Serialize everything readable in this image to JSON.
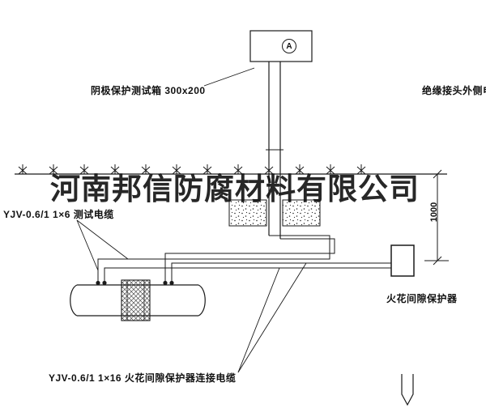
{
  "watermark": "河南邦信防腐材料有限公司",
  "annotations": {
    "test_box_label": "阴极保护测试箱 300x200",
    "outer_cable_label": "绝缘接头外侧电缆",
    "test_cable_label": "YJV-0.6/1 1×6  测试电缆",
    "spark_gap_cable_label": "YJV-0.6/1 1×16  火花间隙保护器连接电缆",
    "protector_label": "火花间隙保护器",
    "dimension_value": "1000",
    "ammeter_symbol": "A"
  },
  "colors": {
    "line": "#1a1a1a",
    "background": "#ffffff",
    "watermark": "#151515"
  }
}
